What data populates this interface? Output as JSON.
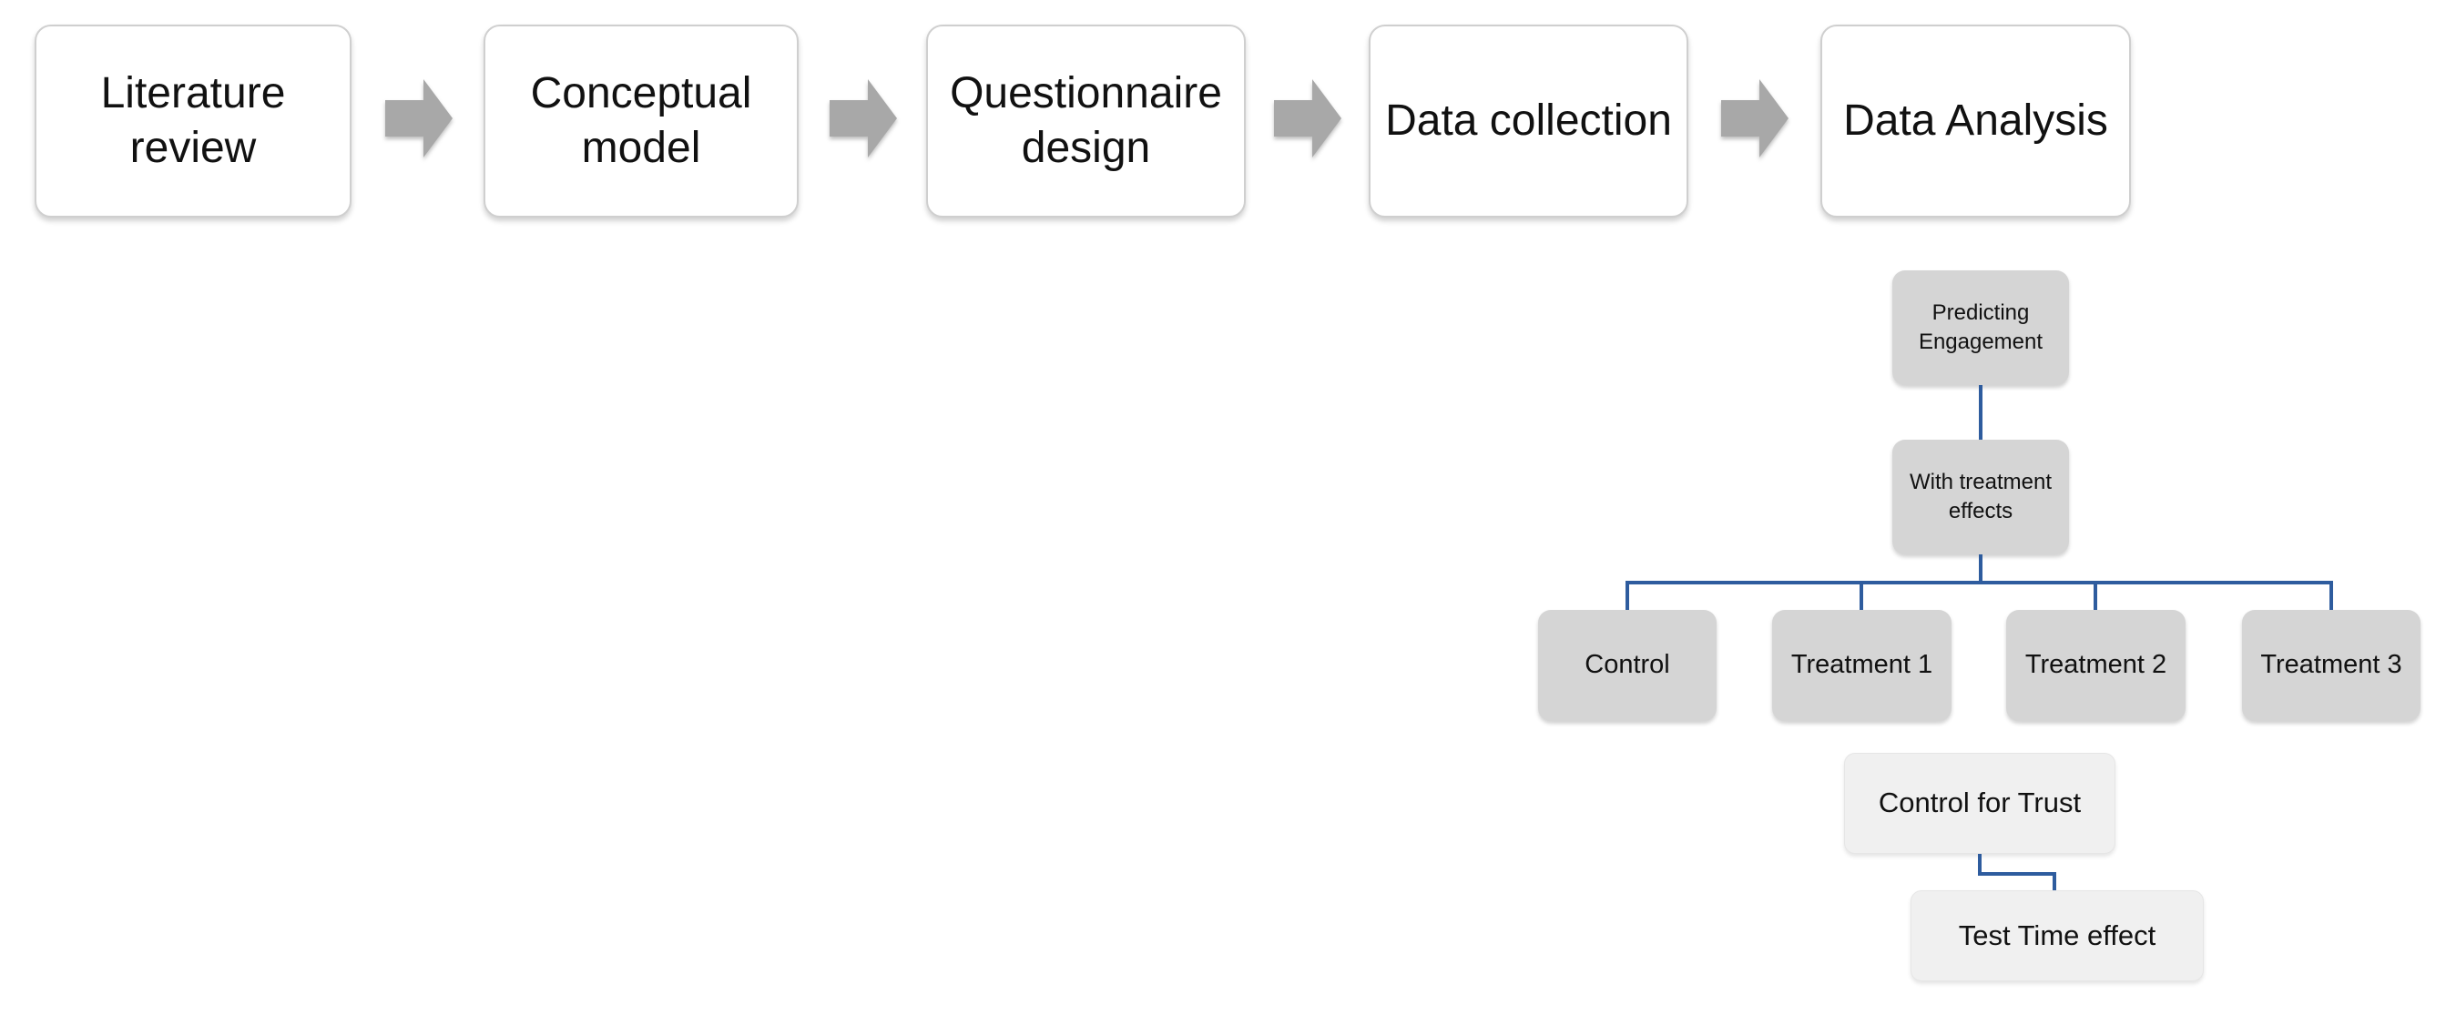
{
  "flow": {
    "steps": [
      {
        "label": "Literature review"
      },
      {
        "label": "Conceptual model"
      },
      {
        "label": "Questionnaire design"
      },
      {
        "label": "Data collection"
      },
      {
        "label": "Data Analysis"
      }
    ]
  },
  "tree": {
    "root": "Predicting Engagement",
    "level2": "With treatment effects",
    "groups": [
      {
        "label": "Control"
      },
      {
        "label": "Treatment 1"
      },
      {
        "label": "Treatment 2"
      },
      {
        "label": "Treatment 3"
      }
    ],
    "analysis_steps": [
      {
        "label": "Control for Trust"
      },
      {
        "label": "Test Time effect"
      }
    ]
  },
  "colors": {
    "connector_blue": "#2e5c9e",
    "arrow_gray": "#a8a8a8",
    "node_gray": "#d5d5d5",
    "node_light": "#f0f0f0",
    "flow_border": "#cfcfcf"
  }
}
